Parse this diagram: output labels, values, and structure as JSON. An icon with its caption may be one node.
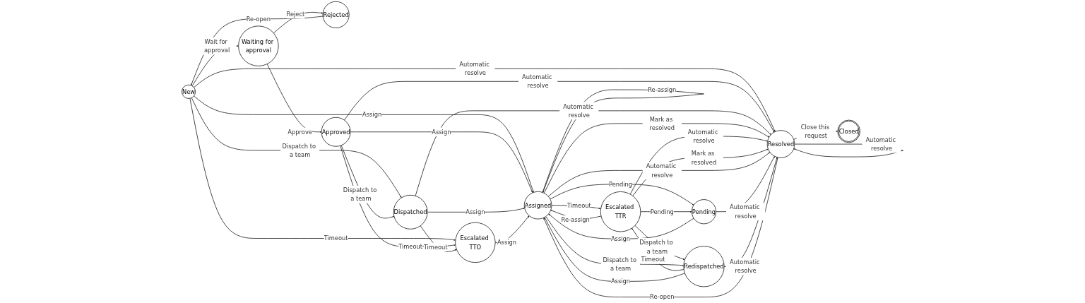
{
  "diagram": {
    "nodes": [
      {
        "text": [
          "New"
        ]
      },
      {
        "text": [
          "Waiting for approval"
        ]
      },
      {
        "text": [
          "Rejected"
        ]
      },
      {
        "text": [
          "Approved"
        ]
      },
      {
        "text": [
          "Dispatched"
        ]
      },
      {
        "text": [
          "Escalated TTO"
        ]
      },
      {
        "text": [
          "Assigned"
        ]
      },
      {
        "text": [
          "Escalated TTR"
        ]
      },
      {
        "text": [
          "Pending"
        ]
      },
      {
        "text": [
          "Redispatched"
        ]
      },
      {
        "text": [
          "Resolved"
        ]
      },
      {
        "text": [
          "Closed"
        ]
      }
    ],
    "edges": [
      {
        "from": 0,
        "to": 6,
        "arrow": "to",
        "label": "Assign"
      },
      {
        "from": 0,
        "to": 5,
        "arrow": "to",
        "label": "Timeout"
      },
      {
        "from": 2,
        "to": 0,
        "arrow": "to",
        "label": "Re-open"
      },
      {
        "from": 0,
        "to": 4,
        "arrow": "to",
        "label": "Dispatch to a team"
      },
      {
        "from": 0,
        "to": 1,
        "arrow": "to",
        "label": "Wait for approval"
      },
      {
        "from": 0,
        "to": 10,
        "arrow": "to",
        "label": "Automatic resolve"
      },
      {
        "from": 1,
        "to": 2,
        "arrow": "to",
        "label": "Reject"
      },
      {
        "from": 1,
        "to": 3,
        "arrow": "to",
        "label": "Approve"
      },
      {
        "from": 3,
        "to": 6,
        "arrow": "to",
        "label": "Assign"
      },
      {
        "from": 3,
        "to": 4,
        "arrow": "to",
        "label": "Dispatch to a team"
      },
      {
        "from": 3,
        "to": 5,
        "arrow": "to",
        "label": "Timeout"
      },
      {
        "from": 3,
        "to": 10,
        "arrow": "to",
        "label": "Automatic resolve"
      },
      {
        "from": 4,
        "to": 6,
        "arrow": "to",
        "label": "Assign"
      },
      {
        "from": 4,
        "to": 5,
        "arrow": "to",
        "label": "Timeout"
      },
      {
        "from": 4,
        "to": 10,
        "arrow": "to",
        "label": "Automatic resolve"
      },
      {
        "from": 5,
        "to": 6,
        "arrow": "to",
        "label": "Assign"
      },
      {
        "from": 6,
        "to": 6,
        "arrow": "to",
        "label": "Re-assign"
      },
      {
        "from": 6,
        "to": 8,
        "arrow": "to",
        "label": "Pending"
      },
      {
        "from": 6,
        "to": 10,
        "arrow": "to",
        "label": "Mark as resolved"
      },
      {
        "from": 8,
        "to": 6,
        "arrow": "to",
        "label": "Assign"
      },
      {
        "from": 6,
        "to": 7,
        "arrow": "to",
        "label": "Timeout"
      },
      {
        "from": 7,
        "to": 6,
        "arrow": "to",
        "label": "Re-assign"
      },
      {
        "from": 7,
        "to": 8,
        "arrow": "to",
        "label": "Pending"
      },
      {
        "from": 7,
        "to": 10,
        "arrow": "to",
        "label": "Automatic resolve"
      },
      {
        "from": 7,
        "to": 9,
        "arrow": "to",
        "label": "Dispatch to a team"
      },
      {
        "from": 9,
        "to": 7,
        "arrow": "to",
        "label": "Timeout"
      },
      {
        "from": 9,
        "to": 6,
        "arrow": "to",
        "label": "Assign"
      },
      {
        "from": 6,
        "to": 9,
        "arrow": "to",
        "label": "Dispatch to a team"
      },
      {
        "from": 7,
        "to": 10,
        "arrow": "to",
        "label": "Mark as resolved"
      },
      {
        "from": 10,
        "to": 6,
        "arrow": "to",
        "label": "Re-open"
      },
      {
        "from": 6,
        "to": 10,
        "arrow": "to",
        "label": "Automatic resolve"
      },
      {
        "from": 8,
        "to": 10,
        "arrow": "to",
        "label": "Automatic resolve"
      },
      {
        "from": 9,
        "to": 10,
        "arrow": "to",
        "label": "Automatic resolve"
      },
      {
        "from": 10,
        "to": 10,
        "arrow": "to",
        "label": "Automatic resolve"
      },
      {
        "from": 10,
        "to": 11,
        "arrow": "to",
        "label": "Close this request"
      }
    ]
  }
}
